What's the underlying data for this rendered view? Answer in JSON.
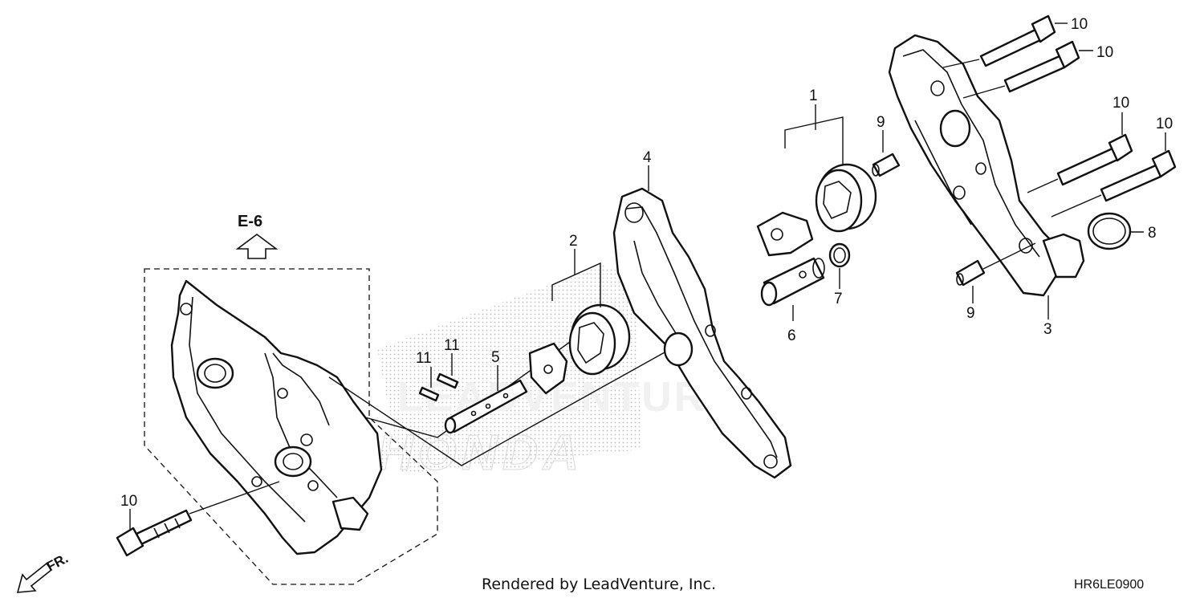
{
  "diagram": {
    "reference_label": "E-6",
    "direction_label": "FR.",
    "footer_text": "Rendered by LeadVenture, Inc.",
    "diagram_code": "HR6LE0900",
    "watermark_upper": "LEADVENTURE",
    "watermark_lower": "HONDA",
    "callouts": {
      "part_1": "1",
      "part_2": "2",
      "part_3": "3",
      "part_4": "4",
      "part_5": "5",
      "part_6": "6",
      "part_7": "7",
      "part_8": "8",
      "part_9_upper": "9",
      "part_9_lower": "9",
      "part_10_a": "10",
      "part_10_b": "10",
      "part_10_c": "10",
      "part_10_d": "10",
      "part_10_e": "10",
      "part_11_a": "11",
      "part_11_b": "11"
    }
  }
}
